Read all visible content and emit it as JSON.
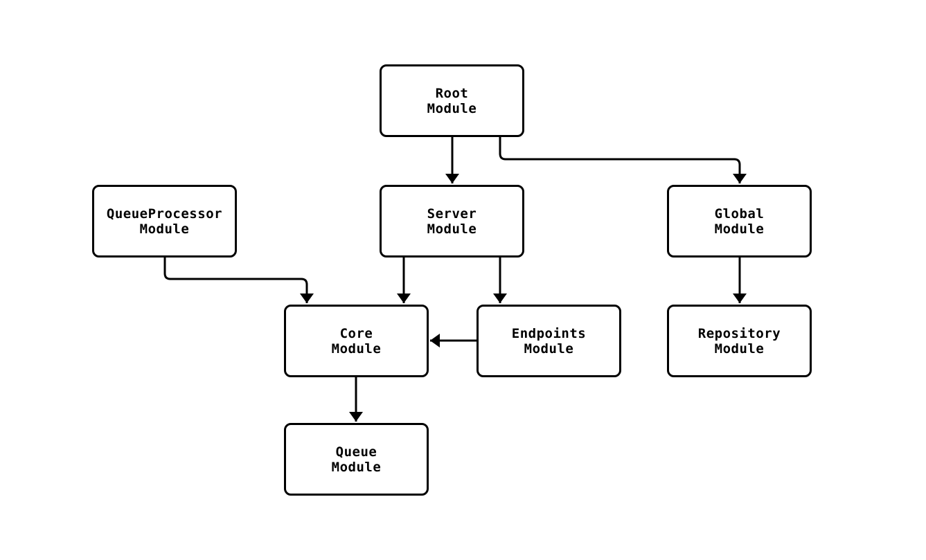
{
  "diagram": {
    "type": "module-dependency-graph",
    "nodes": [
      {
        "id": "root",
        "line1": "Root",
        "line2": "Module"
      },
      {
        "id": "queueprocessor",
        "line1": "QueueProcessor",
        "line2": "Module"
      },
      {
        "id": "server",
        "line1": "Server",
        "line2": "Module"
      },
      {
        "id": "global",
        "line1": "Global",
        "line2": "Module"
      },
      {
        "id": "core",
        "line1": "Core",
        "line2": "Module"
      },
      {
        "id": "endpoints",
        "line1": "Endpoints",
        "line2": "Module"
      },
      {
        "id": "repository",
        "line1": "Repository",
        "line2": "Module"
      },
      {
        "id": "queue",
        "line1": "Queue",
        "line2": "Module"
      }
    ],
    "edges": [
      {
        "from": "Root Module",
        "to": "Server Module"
      },
      {
        "from": "Root Module",
        "to": "Global Module"
      },
      {
        "from": "QueueProcessor Module",
        "to": "Core Module"
      },
      {
        "from": "Server Module",
        "to": "Core Module"
      },
      {
        "from": "Server Module",
        "to": "Endpoints Module"
      },
      {
        "from": "Global Module",
        "to": "Repository Module"
      },
      {
        "from": "Endpoints Module",
        "to": "Core Module"
      },
      {
        "from": "Core Module",
        "to": "Queue Module"
      }
    ],
    "colors": {
      "stroke": "#000000",
      "node_fill": "#ffffff",
      "text": "#000000",
      "background": "#ffffff"
    }
  }
}
